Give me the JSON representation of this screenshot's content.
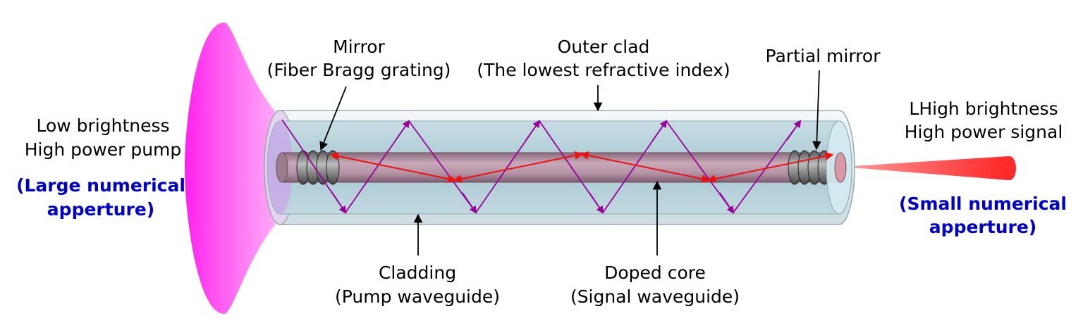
{
  "labels": {
    "pump_line1": "Low brightness",
    "pump_line2": "High power pump",
    "pump_na_line1": "(Large numerical",
    "pump_na_line2": "apperture)",
    "mirror_line1": "Mirror",
    "mirror_line2": "(Fiber Bragg grating)",
    "outer_clad_line1": "Outer clad",
    "outer_clad_line2": "(The lowest refractive index)",
    "partial_mirror": "Partial mirror",
    "signal_line1": "LHigh brightness",
    "signal_line2": "High power signal",
    "signal_na_line1": "(Small numerical",
    "signal_na_line2": "apperture)",
    "cladding_line1": "Cladding",
    "cladding_line2": "(Pump waveguide)",
    "core_line1": "Doped core",
    "core_line2": "(Signal waveguide)"
  },
  "colors": {
    "pump_cone": "#ff33ee",
    "pump_ray": "#990099",
    "signal_ray": "#ee1111",
    "signal_beam": "#ff2222",
    "cladding_fill": "#b8d4dc",
    "outer_clad_fill": "#e8f0f3",
    "core_fill": "#b89aa8",
    "text_label": "#000000",
    "text_highlight": "#0000cc"
  }
}
